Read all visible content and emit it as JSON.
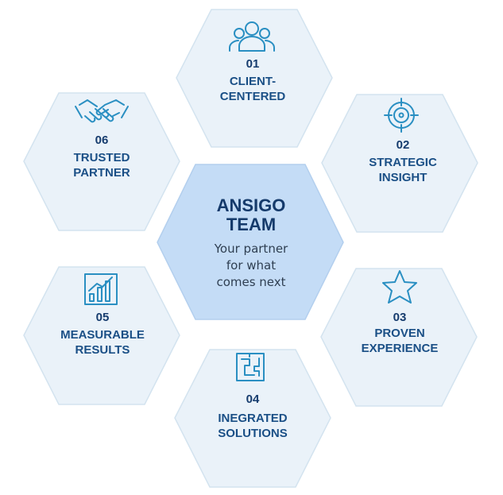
{
  "center": {
    "title_line1": "ANSIGO",
    "title_line2": "TEAM",
    "sub_line1": "Your partner",
    "sub_line2": "for what",
    "sub_line3": "comes next"
  },
  "items": [
    {
      "number": "01",
      "line1": "CLIENT-",
      "line2": "CENTERED",
      "icon": "team-icon"
    },
    {
      "number": "02",
      "line1": "STRATEGIC",
      "line2": "INSIGHT",
      "icon": "target-icon"
    },
    {
      "number": "03",
      "line1": "PROVEN",
      "line2": "EXPERIENCE",
      "icon": "star-icon"
    },
    {
      "number": "04",
      "line1": "INEGRATED",
      "line2": "SOLUTIONS",
      "icon": "maze-icon"
    },
    {
      "number": "05",
      "line1": "MEASURABLE",
      "line2": "RESULTS",
      "icon": "bar-chart-icon"
    },
    {
      "number": "06",
      "line1": "TRUSTED",
      "line2": "PARTNER",
      "icon": "handshake-icon"
    }
  ],
  "colors": {
    "outer_fill": "#eaf2f9",
    "center_fill": "#c4dcf6",
    "icon": "#2a8fc2",
    "text_dark": "#163c6e"
  }
}
